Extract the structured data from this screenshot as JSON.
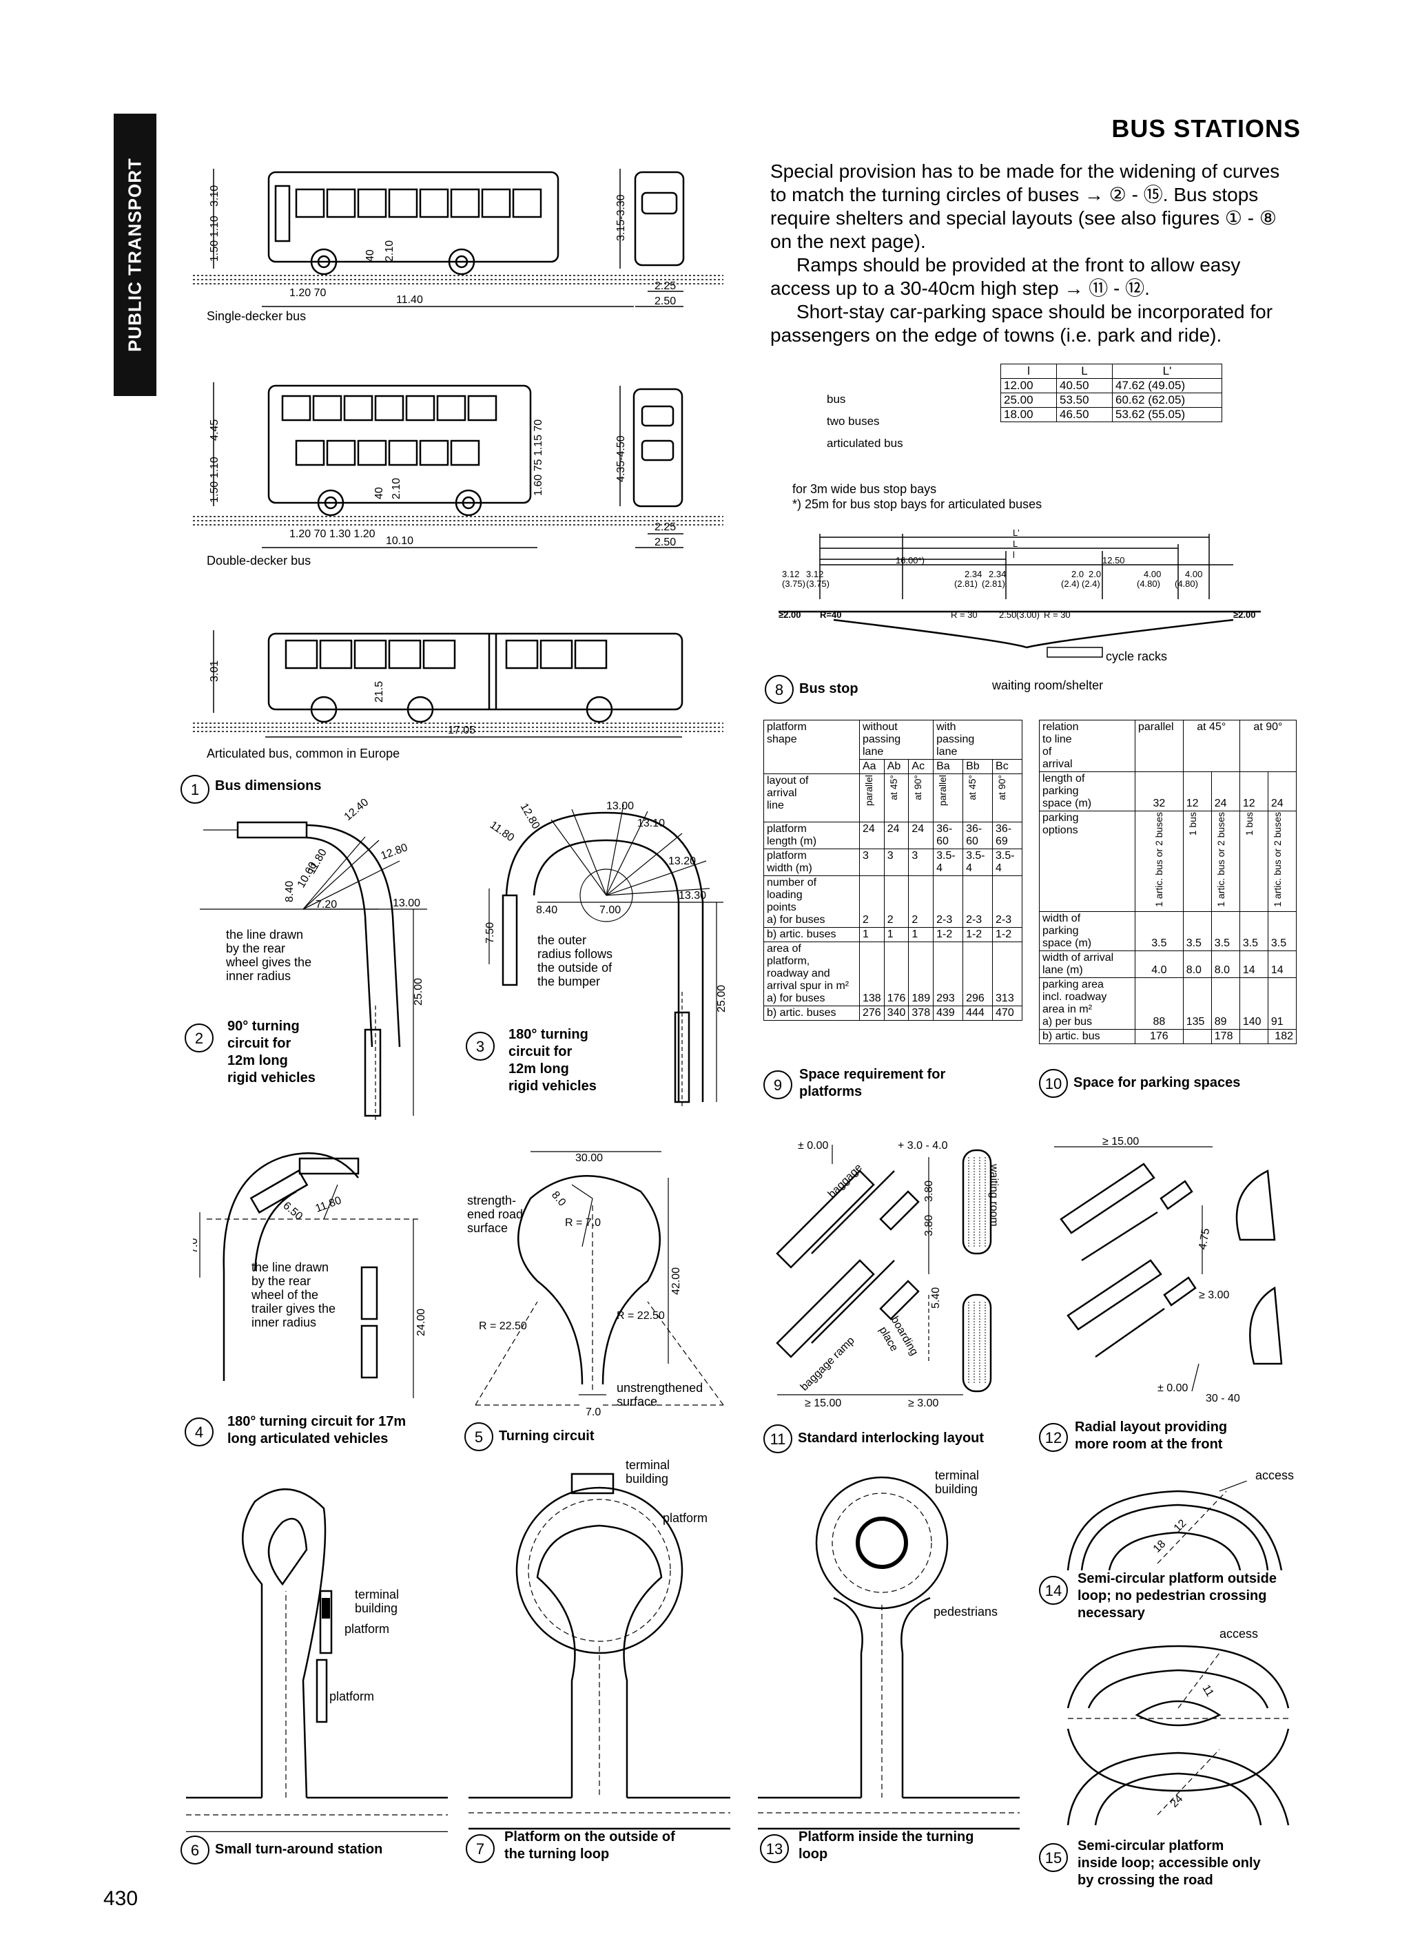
{
  "sidebar": {
    "label": "PUBLIC TRANSPORT"
  },
  "header": {
    "title": "BUS STATIONS"
  },
  "intro": {
    "p1": "Special provision has to be made for the widening of curves to match the turning circles of buses → ② - ⑮. Bus stops require shelters and special layouts (see also figures ① - ⑧ on the next page).",
    "p2": "Ramps should be provided at the front to allow easy access up to a 30-40cm high step → ⑪ - ⑫.",
    "p3": "Short-stay car-parking space should be incorporated for passengers on the edge of towns (i.e. park and ride)."
  },
  "page_number": "430",
  "buses": {
    "single": {
      "label": "Single-decker bus",
      "length": "11.40",
      "wheel": "1.20 70",
      "height": "3.10",
      "step": "1.50 1.10",
      "height_r": "3.15-3.30",
      "w1": "2.25",
      "w2": "2.50",
      "mid": "2.10",
      "mid2": "40"
    },
    "double": {
      "label": "Double-decker bus",
      "length": "10.10",
      "wheel": "1.20 70 1.30 1.20",
      "height": "4.45",
      "step": "1.50 1.10",
      "height_r": "4.35-4.50",
      "w1": "2.25",
      "w2": "2.50",
      "mid": "2.10",
      "mid2": "40",
      "side": "1.60 75 1.15 70"
    },
    "artic": {
      "label": "Articulated bus, common in Europe",
      "length": "17.05",
      "height": "3.01",
      "mid": "21.5"
    }
  },
  "fig1": {
    "num": "1",
    "caption": "Bus dimensions"
  },
  "fig2": {
    "num": "2",
    "caption_lines": [
      "90° turning",
      "circuit for",
      "12m long",
      "rigid vehicles"
    ],
    "note": [
      "the line drawn",
      "by the rear",
      "wheel gives the",
      "inner radius"
    ],
    "dims": [
      "12.40",
      "12.80",
      "11.80",
      "10.60",
      "8.40",
      "7.20",
      "13.00",
      "25.00"
    ]
  },
  "fig3": {
    "num": "3",
    "caption_lines": [
      "180° turning",
      "circuit for",
      "12m long",
      "rigid vehicles"
    ],
    "note": [
      "the outer",
      "radius follows",
      "the outside of",
      "the bumper"
    ],
    "dims": [
      "12.80",
      "11.80",
      "13.00",
      "13.10",
      "13.20",
      "13.30",
      "8.40",
      "7.50",
      "7.00",
      "25.00"
    ]
  },
  "fig4": {
    "num": "4",
    "caption_lines": [
      "180° turning circuit for 17m",
      "long articulated vehicles"
    ],
    "note": [
      "the line drawn",
      "by the rear",
      "wheel of the",
      "trailer gives the",
      "inner radius"
    ],
    "dims": [
      "6.50",
      "11.80",
      "7.0",
      "24.00"
    ]
  },
  "fig5": {
    "num": "5",
    "caption": "Turning circuit",
    "labels": [
      "strength-",
      "ened road",
      "surface",
      "unstrengthened",
      "surface"
    ],
    "dims": [
      "30.00",
      "8.0",
      "R = 7.0",
      "42.00",
      "R = 22.50",
      "R = 22.50",
      "7.0"
    ]
  },
  "fig6": {
    "num": "6",
    "caption": "Small turn-around station",
    "labels": [
      "terminal",
      "building",
      "platform",
      "platform"
    ]
  },
  "fig7": {
    "num": "7",
    "caption_lines": [
      "Platform on the outside of",
      "the turning loop"
    ],
    "labels": [
      "terminal",
      "building",
      "platform"
    ]
  },
  "fig8": {
    "num": "8",
    "caption": "Bus stop",
    "table": {
      "headers": [
        "",
        "l",
        "L",
        "L'"
      ],
      "rows": [
        [
          "bus",
          "12.00",
          "40.50",
          "47.62 (49.05)"
        ],
        [
          "two buses",
          "25.00",
          "53.50",
          "60.62 (62.05)"
        ],
        [
          "articulated bus",
          "18.00",
          "46.50",
          "53.62 (55.05)"
        ]
      ]
    },
    "notes": [
      "for 3m wide bus stop bays",
      "*) 25m for bus stop bays for articulated buses"
    ],
    "labels": [
      "cycle racks",
      "waiting room/shelter"
    ],
    "dims": [
      "L'",
      "L",
      "l",
      "16.00*)",
      "12.50",
      "3.12",
      "3.12",
      "(3.75)",
      "(3.75)",
      "2.34",
      "2.34",
      "(2.81)",
      "(2.81)",
      "2.0",
      "2.0",
      "(2.4)",
      "(2.4)",
      "4.00",
      "4.00",
      "(4.80)",
      "(4.80)",
      "≥2.00",
      "R=40",
      "R = 30",
      "2.50",
      "(3.00)",
      "R = 30",
      "≥2.00"
    ]
  },
  "fig9": {
    "num": "9",
    "caption_lines": [
      "Space requirement for",
      "platforms"
    ],
    "head": {
      "shape": [
        "platform",
        "shape"
      ],
      "without": [
        "without",
        "passing",
        "lane"
      ],
      "with": [
        "with",
        "passing",
        "lane"
      ],
      "codes": [
        "Aa",
        "Ab",
        "Ac",
        "Ba",
        "Bb",
        "Bc"
      ]
    },
    "rows": [
      {
        "label": [
          "layout of",
          "arrival",
          "line"
        ],
        "cells": [
          "parallel",
          "at 45°",
          "at 90°",
          "parallel",
          "at 45°",
          "at 90°"
        ]
      },
      {
        "label": [
          "platform",
          "length (m)"
        ],
        "cells": [
          "24",
          "24",
          "24",
          "36-60",
          "36-60",
          "36-69"
        ]
      },
      {
        "label": [
          "platform",
          "width (m)"
        ],
        "cells": [
          "3",
          "3",
          "3",
          "3.5-4",
          "3.5-4",
          "3.5-4"
        ]
      },
      {
        "label": [
          "number of",
          "loading",
          "points",
          "a) for buses"
        ],
        "cells": [
          "2",
          "2",
          "2",
          "2-3",
          "2-3",
          "2-3"
        ]
      },
      {
        "label": [
          "b) artic. buses"
        ],
        "cells": [
          "1",
          "1",
          "1",
          "1-2",
          "1-2",
          "1-2"
        ]
      },
      {
        "label": [
          "area of",
          "platform,",
          "roadway and",
          "arrival spur in m²",
          "a) for buses"
        ],
        "cells": [
          "138",
          "176",
          "189",
          "293",
          "296",
          "313"
        ]
      },
      {
        "label": [
          "b) artic. buses"
        ],
        "cells": [
          "276",
          "340",
          "378",
          "439",
          "444",
          "470"
        ]
      }
    ]
  },
  "fig10": {
    "num": "10",
    "caption": "Space for parking spaces",
    "head": {
      "relation": [
        "relation",
        "to line",
        "of",
        "arrival"
      ],
      "parallel": "parallel",
      "at45": "at 45°",
      "at90": "at 90°"
    },
    "rows": [
      {
        "label": [
          "length of",
          "parking",
          "space (m)"
        ],
        "cells": [
          "32",
          "12",
          "24",
          "12",
          "24"
        ]
      },
      {
        "label": [
          "parking",
          "options"
        ],
        "cells": [
          "1 artic. bus or 2 buses",
          "1 bus",
          "1 artic. bus or 2 buses",
          "1 bus",
          "1 artic. bus or 2 buses"
        ]
      },
      {
        "label": [
          "width of",
          "parking",
          "space (m)"
        ],
        "cells": [
          "3.5",
          "3.5",
          "3.5",
          "3.5",
          "3.5"
        ]
      },
      {
        "label": [
          "width of arrival",
          "lane (m)"
        ],
        "cells": [
          "4.0",
          "8.0",
          "8.0",
          "14",
          "14"
        ]
      },
      {
        "label": [
          "parking area",
          "incl. roadway",
          "area in m²",
          "a) per bus"
        ],
        "cells": [
          "88",
          "135",
          "89",
          "140",
          "91"
        ]
      },
      {
        "label": [
          "b) artic. bus"
        ],
        "cells": [
          "176",
          "",
          "178",
          "",
          "182"
        ]
      }
    ]
  },
  "fig11": {
    "num": "11",
    "caption": "Standard interlocking layout",
    "labels": [
      "baggage",
      "waiting room",
      "baggage ramp",
      "boarding",
      "place"
    ],
    "dims": [
      "± 0.00",
      "+ 3.0 - 4.0",
      "3.80",
      "3.80",
      "5.40",
      "≥ 15.00",
      "≥ 3.00"
    ]
  },
  "fig12": {
    "num": "12",
    "caption_lines": [
      "Radial layout providing",
      "more room at the front"
    ],
    "dims": [
      "≥ 15.00",
      "4.75",
      "≥ 3.00",
      "± 0.00",
      "30 - 40"
    ]
  },
  "fig13": {
    "num": "13",
    "caption_lines": [
      "Platform inside the turning",
      "loop"
    ],
    "labels": [
      "terminal",
      "building",
      "pedestrians"
    ]
  },
  "fig14": {
    "num": "14",
    "caption_lines": [
      "Semi-circular platform outside",
      "loop; no pedestrian crossing",
      "necessary"
    ],
    "labels": [
      "access"
    ],
    "dims": [
      "12",
      "18"
    ]
  },
  "fig15": {
    "num": "15",
    "caption_lines": [
      "Semi-circular platform",
      "inside loop; accessible only",
      "by crossing the road"
    ],
    "labels": [
      "access"
    ],
    "dims": [
      "11",
      "24"
    ]
  }
}
